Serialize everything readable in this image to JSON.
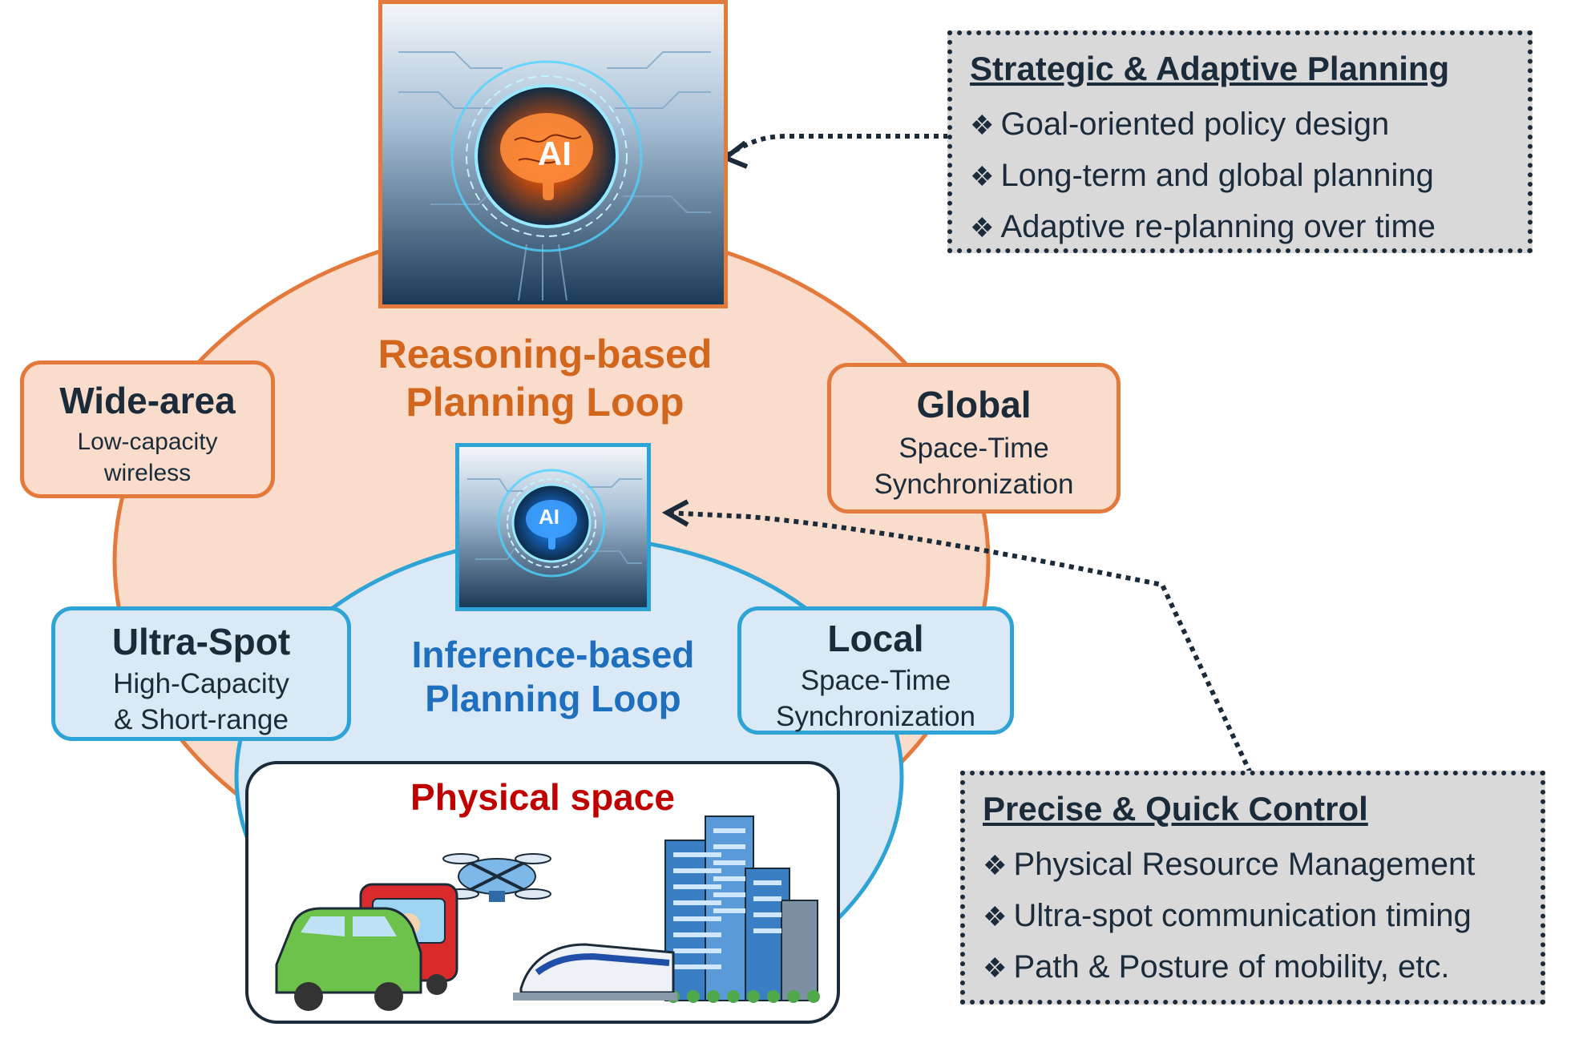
{
  "reasoning_loop": {
    "line1": "Reasoning-based",
    "line2": "Planning Loop",
    "ai_label": "AI"
  },
  "inference_loop": {
    "line1": "Inference-based",
    "line2": "Planning Loop",
    "ai_label": "AI"
  },
  "wide_area": {
    "title": "Wide-area",
    "line1": "Low-capacity",
    "line2": "wireless"
  },
  "global": {
    "title": "Global",
    "line1": "Space-Time",
    "line2": "Synchronization"
  },
  "ultra_spot": {
    "title": "Ultra-Spot",
    "line1": "High-Capacity",
    "line2": "& Short-range"
  },
  "local": {
    "title": "Local",
    "line1": "Space-Time",
    "line2": "Synchronization"
  },
  "physical_space": {
    "title": "Physical space"
  },
  "strategic_note": {
    "title": "Strategic & Adaptive Planning",
    "bullet": "❖",
    "items": [
      "Goal-oriented policy design",
      "Long-term and global planning",
      "Adaptive re-planning over time"
    ]
  },
  "precise_note": {
    "title": "Precise & Quick Control",
    "bullet": "❖",
    "items": [
      "Physical Resource Management",
      "Ultra-spot communication timing",
      "Path & Posture of mobility, etc."
    ]
  },
  "colors": {
    "orange": "#e4793c",
    "orange_fill": "#f9dccb",
    "blue": "#2ea3d5",
    "blue_fill": "#dbe9f6",
    "dark": "#1b2b3a",
    "red": "#c00000"
  }
}
